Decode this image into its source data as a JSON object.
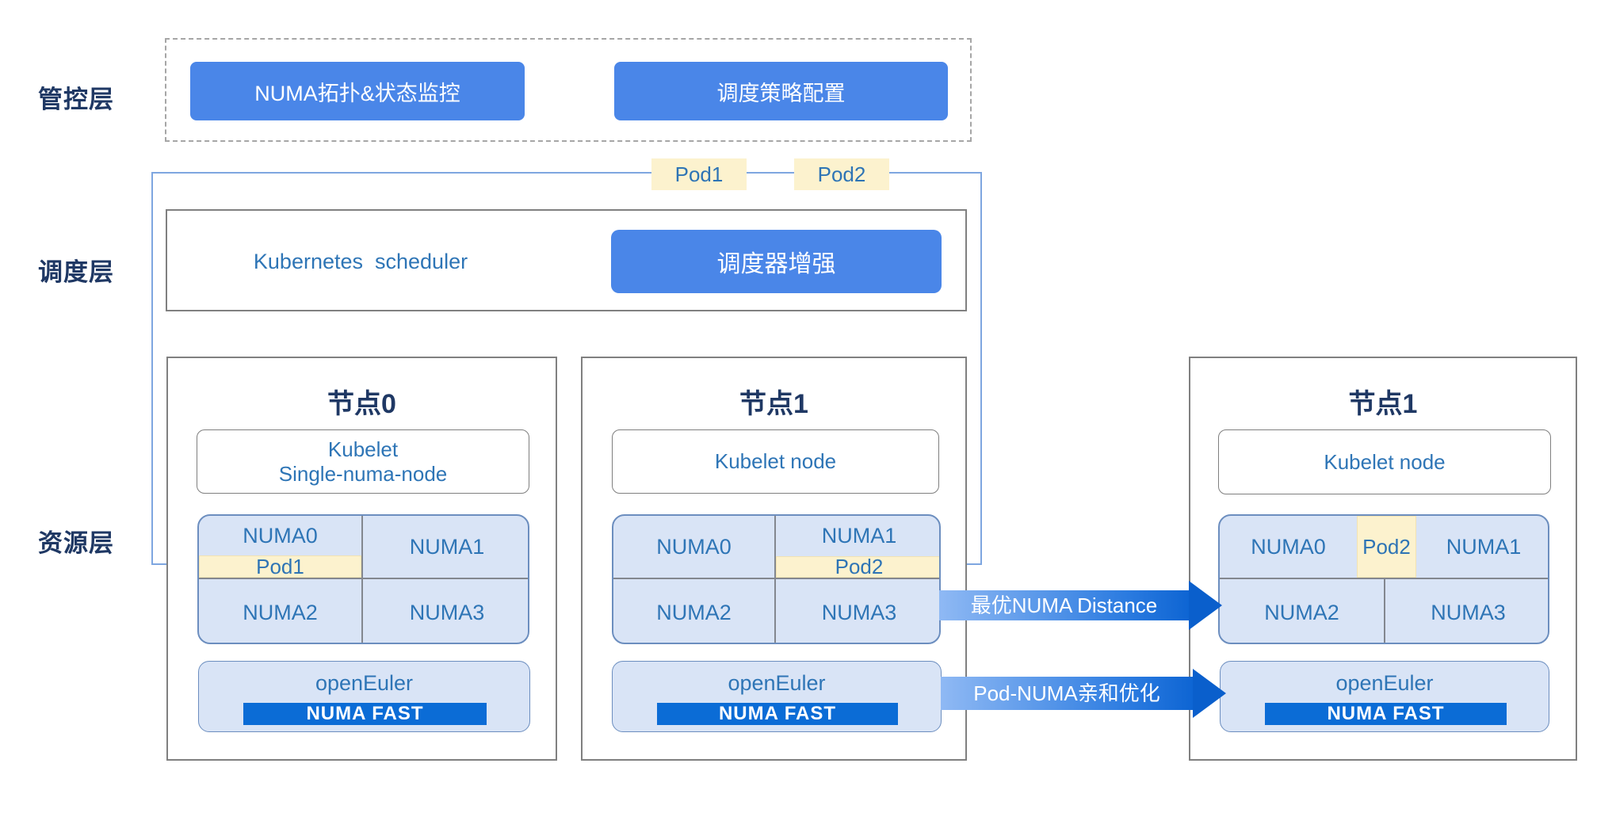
{
  "layers": {
    "control": "管控层",
    "scheduling": "调度层",
    "resource": "资源层"
  },
  "control_layer": {
    "monitor_button": "NUMA拓扑&状态监控",
    "policy_button": "调度策略配置"
  },
  "scheduling_layer": {
    "scheduler_label": "Kubernetes  scheduler",
    "enhancer_button": "调度器增强",
    "pod1_badge": "Pod1",
    "pod2_badge": "Pod2"
  },
  "nodes": [
    {
      "title": "节点0",
      "kubelet_line1": "Kubelet",
      "kubelet_line2": "Single-numa-node",
      "numa": [
        "NUMA0",
        "NUMA1",
        "NUMA2",
        "NUMA3"
      ],
      "pod": "Pod1",
      "os": "openEuler",
      "feature": "NUMA FAST"
    },
    {
      "title": "节点1",
      "kubelet_line1": "Kubelet node",
      "numa": [
        "NUMA0",
        "NUMA1",
        "NUMA2",
        "NUMA3"
      ],
      "pod": "Pod2",
      "os": "openEuler",
      "feature": "NUMA FAST"
    },
    {
      "title": "节点1",
      "kubelet_line1": "Kubelet node",
      "numa": [
        "NUMA0",
        "NUMA1",
        "NUMA2",
        "NUMA3"
      ],
      "pod": "Pod2",
      "os": "openEuler",
      "feature": "NUMA FAST"
    }
  ],
  "arrows": [
    {
      "label": "最优NUMA Distance"
    },
    {
      "label": "Pod-NUMA亲和优化"
    }
  ],
  "colors": {
    "accent_blue": "#4A86E8",
    "navy_text": "#1F3864",
    "blue_text": "#2E75B6",
    "cell_fill": "#D9E4F6",
    "cell_border": "#6C8EBF",
    "pod_yellow": "#FCF2CE",
    "numa_fast_bar": "#0B6CD6",
    "arrow_gradient_from": "#8FB9F4",
    "arrow_gradient_to": "#0E65D3",
    "connector_blue": "#7EA6E0",
    "box_border_gray": "#808080"
  }
}
